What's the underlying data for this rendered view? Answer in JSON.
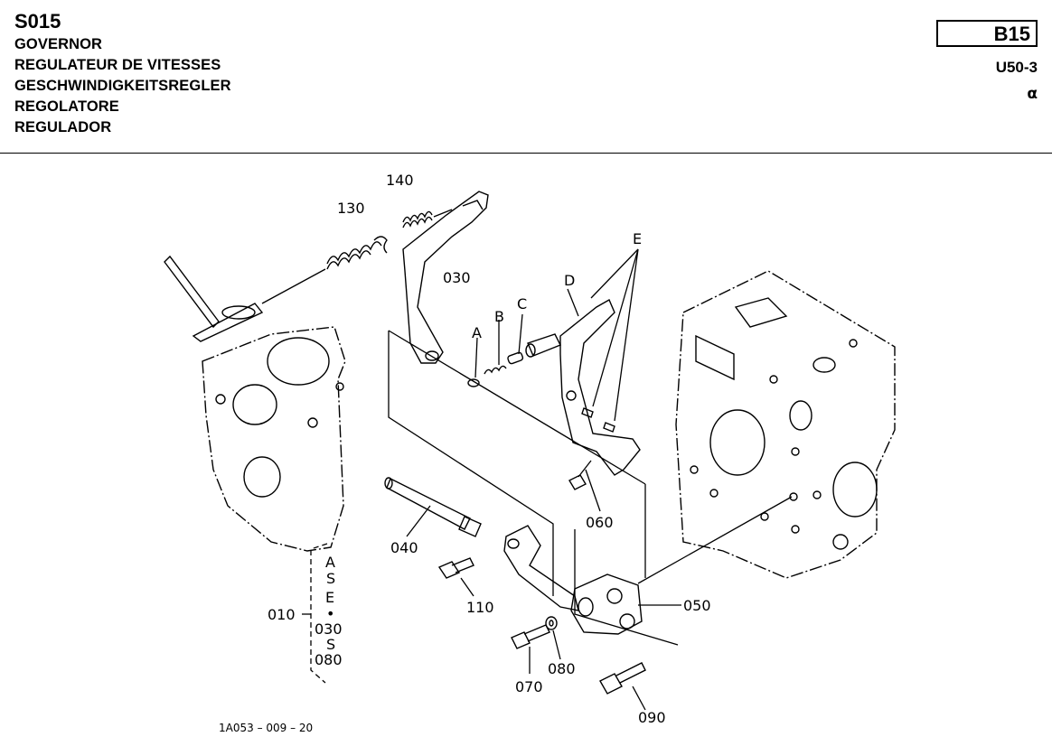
{
  "header": {
    "code": "S015",
    "titles": [
      "GOVERNOR",
      "REGULATEUR DE VITESSES",
      "GESCHWINDIGKEITSREGLER",
      "REGOLATORE",
      "REGULADOR"
    ],
    "section": "B15",
    "model": "U50-3",
    "symbol": "α"
  },
  "diagram": {
    "callouts": {
      "p140": "140",
      "p130": "130",
      "p030": "030",
      "pA": "A",
      "pB": "B",
      "pC": "C",
      "pD": "D",
      "pE": "E",
      "p060": "060",
      "p040": "040",
      "p110": "110",
      "p050": "050",
      "p070": "070",
      "p080": "080",
      "p090": "090",
      "p010": "010"
    },
    "assembly_list": {
      "from": "A",
      "sep1": "S",
      "to": "E",
      "dot": "•",
      "from2": "030",
      "sep2": "S",
      "to2": "080"
    },
    "drawing_code": "1A053 – 009 – 20"
  }
}
